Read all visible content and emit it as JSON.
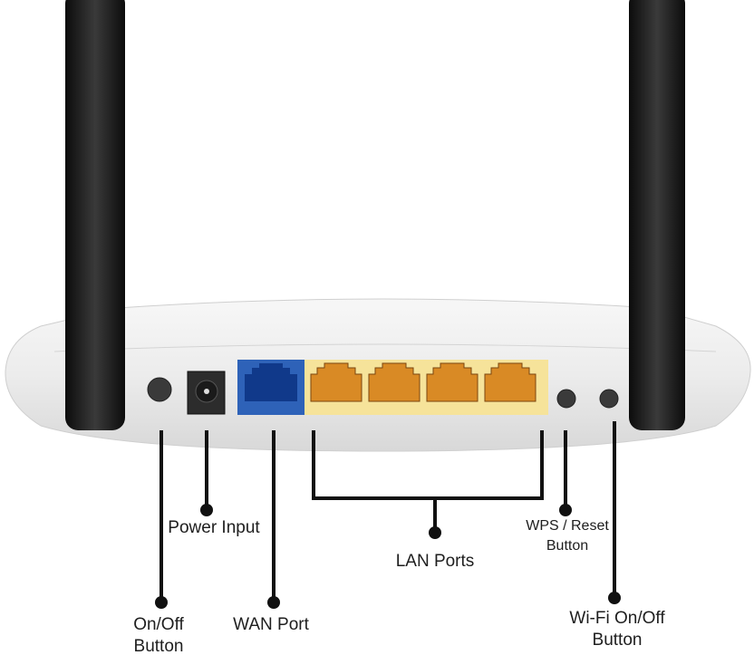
{
  "title": "Router rear panel diagram",
  "labels": {
    "on_off": {
      "line1": "On/Off",
      "line2": "Button"
    },
    "power_input": "Power Input",
    "wan_port": "WAN Port",
    "lan_ports": "LAN Ports",
    "wps_reset": {
      "line1": "WPS / Reset",
      "line2": "Button"
    },
    "wifi_on_off": {
      "line1": "Wi-Fi On/Off",
      "line2": "Button"
    }
  },
  "colors": {
    "wan": "#2e62b8",
    "lan_panel": "#f6e39a",
    "lan_port": "#d98a25",
    "antenna": "#1a1a1a",
    "line": "#111111"
  }
}
